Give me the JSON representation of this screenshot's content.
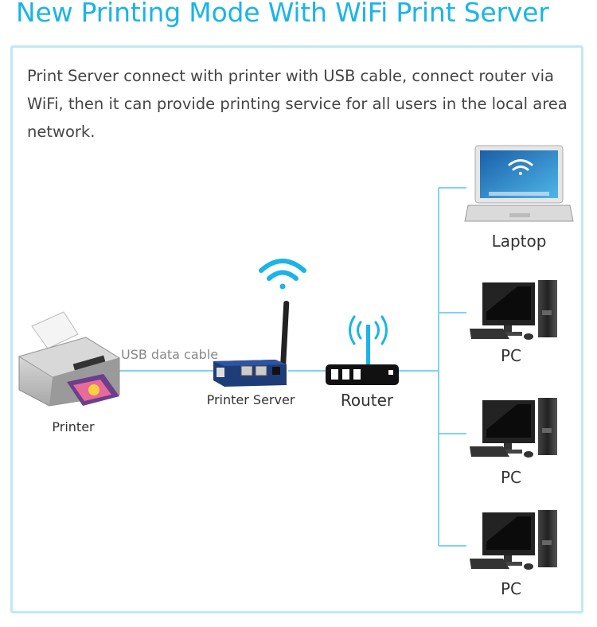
{
  "header": {
    "title": "New Printing Mode With WiFi Print Server"
  },
  "description": "Print Server connect with printer with USB cable, connect router via WiFi, then it can provide printing service for all users in the local area network.",
  "nodes": {
    "printer": "Printer",
    "printer_server": "Printer Server",
    "router": "Router",
    "laptop": "Laptop",
    "pc1": "PC",
    "pc2": "PC",
    "pc3": "PC"
  },
  "edges": {
    "usb_cable": "USB data cable"
  },
  "colors": {
    "accent": "#1ab4e8",
    "line": "#7fd3ef",
    "frame": "#bfe9f8"
  }
}
